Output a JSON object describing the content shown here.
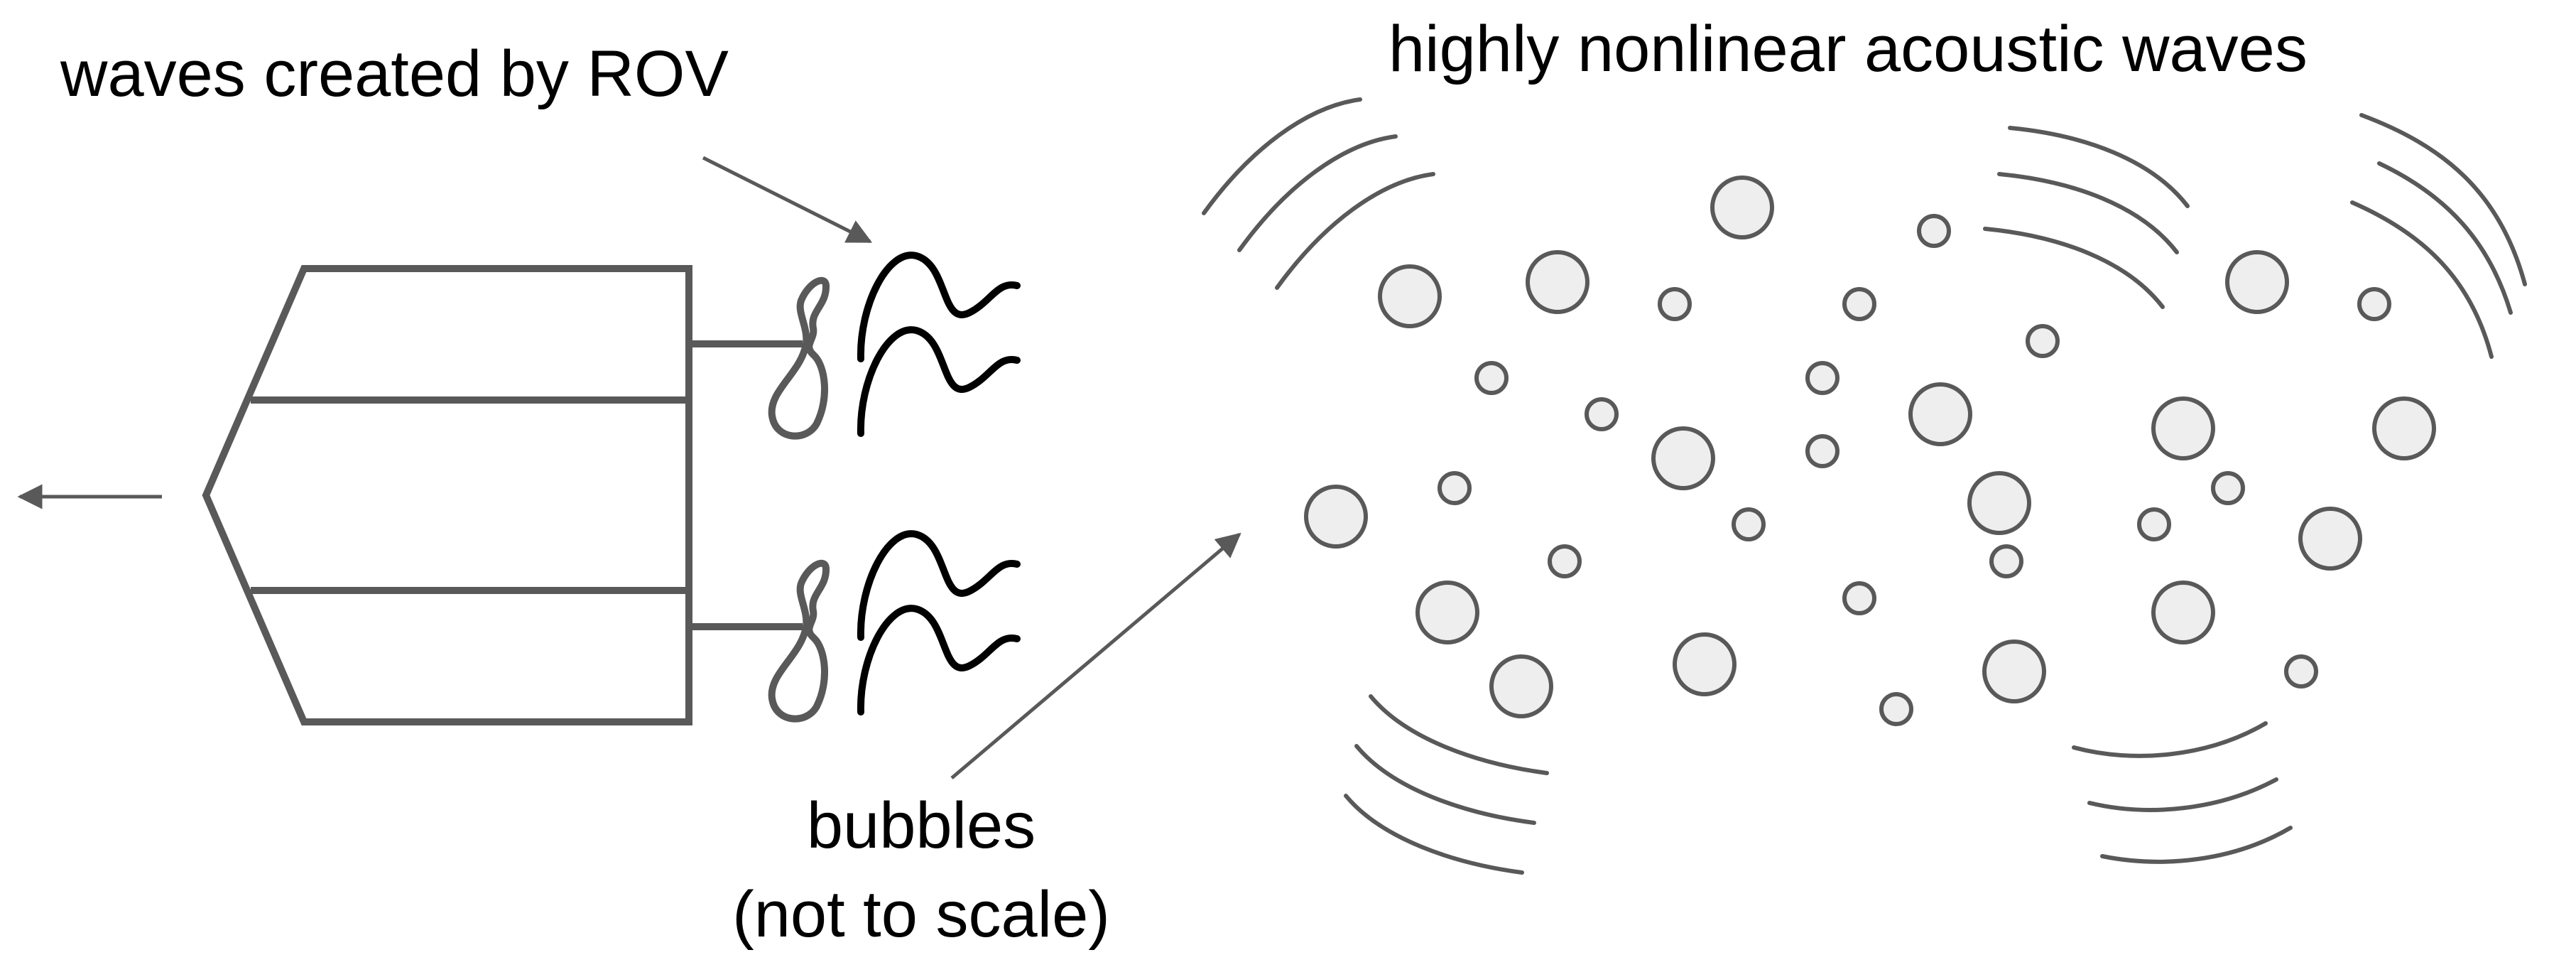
{
  "labels": {
    "rov_waves": "waves created by ROV",
    "acoustic_waves": "highly nonlinear acoustic waves",
    "bubbles_line1": "bubbles",
    "bubbles_line2": "(not to scale)"
  },
  "colors": {
    "stroke_gray": "#595959",
    "wave_black": "#000000",
    "bubble_fill": "#eeeeee",
    "text": "#000000"
  }
}
